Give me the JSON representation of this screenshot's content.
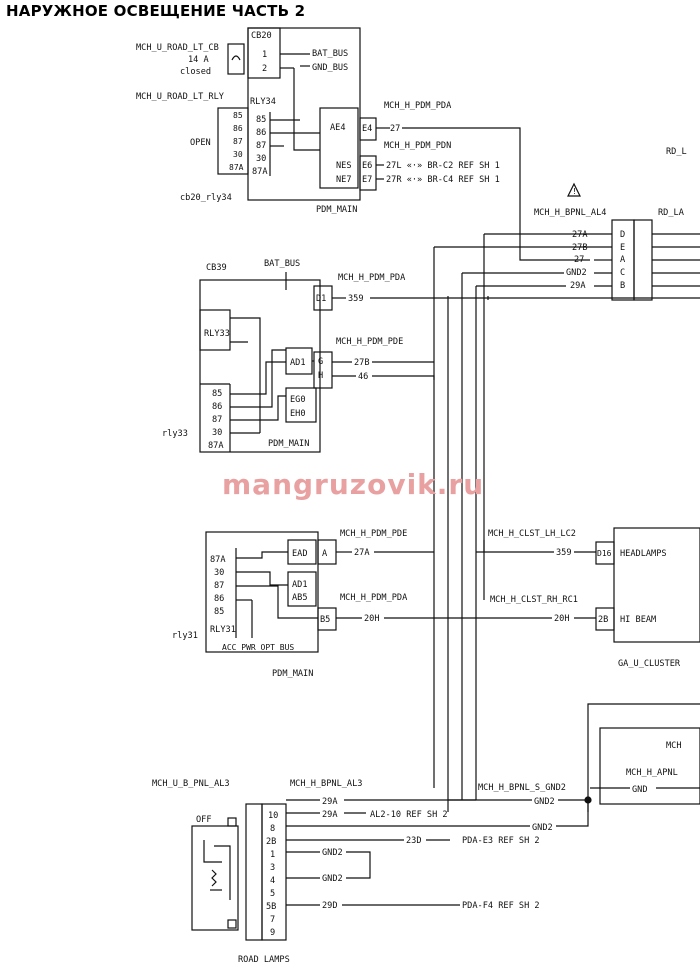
{
  "title": "НАРУЖНОЕ ОСВЕЩЕНИЕ ЧАСТЬ 2",
  "watermark": "mangruzovik.ru",
  "labels": {
    "cb20_conn": "MCH_U_ROAD_LT_CB",
    "cb20_rating": "14 A",
    "cb20_state": "closed",
    "cb20": "CB20",
    "pin1": "1",
    "pin2": "2",
    "bat_bus": "BAT_BUS",
    "gnd_bus": "GND_BUS",
    "rly_conn": "MCH_U_ROAD_LT_RLY",
    "rly34": "RLY34",
    "open": "OPEN",
    "p85": "85",
    "p86": "86",
    "p87": "87",
    "p30": "30",
    "p87a": "87A",
    "ae4": "AE4",
    "e4": "E4",
    "w27": "27",
    "pda": "MCH_H_PDM_PDA",
    "pdn": "MCH_H_PDM_PDN",
    "nes": "NES",
    "ne7": "NE7",
    "e6": "E6",
    "e7": "E7",
    "ref1": "27L «·» BR-C2 REF SH 1",
    "ref2": "27R «·» BR-C4 REF SH 1",
    "cb20_rly34": "cb20_rly34",
    "pdm_main": "PDM_MAIN",
    "rd_l": "RD_L",
    "rd_la": "RD_LA",
    "bpnl_al4": "MCH_H_BPNL_AL4",
    "w27a": "27A",
    "w27b": "27B",
    "gnd2": "GND2",
    "w29a": "29A",
    "pD": "D",
    "pE": "E",
    "pA": "A",
    "pC": "C",
    "pB": "B",
    "cb39": "CB39",
    "bat_bus2": "BAT_BUS",
    "d1": "D1",
    "w359": "359",
    "pde": "MCH_H_PDM_PDE",
    "rly33": "RLY33",
    "ad1": "AD1",
    "pG": "G",
    "pH": "H",
    "w46": "46",
    "eg0": "EG0",
    "eh0": "EH0",
    "rly33_lbl": "rly33",
    "clst_lh": "MCH_H_CLST_LH_LC2",
    "d16": "D16",
    "headlamps": "HEADLAMPS",
    "clst_rh": "MCH_H_CLST_RH_RC1",
    "w20h": "20H",
    "p2b": "2B",
    "hi_beam": "HI BEAM",
    "ga_cluster": "GA_U_CLUSTER",
    "ead": "EAD",
    "pA2": "A",
    "ab5": "AB5",
    "b5": "B5",
    "rly31": "RLY31",
    "rly31_lbl": "rly31",
    "acc_bus": "ACC_PWR_OPT_BUS",
    "mch": "MCH",
    "apnl": "MCH_H_APNL",
    "gnd": "GND",
    "bpnl_s_gnd2": "MCH_H_BPNL_S_GND2",
    "b_pnl_al3": "MCH_U_B_PNL_AL3",
    "h_bpnl_al3": "MCH_H_BPNL_AL3",
    "off": "OFF",
    "p10": "10",
    "p8": "8",
    "p2b2": "2B",
    "p1": "1",
    "p3": "3",
    "p4": "4",
    "p5": "5",
    "p5b": "5B",
    "p7": "7",
    "p9": "9",
    "ref_al2": "AL2-10 REF SH 2",
    "w230": "23D",
    "ref_e3": "PDA-E3 REF SH 2",
    "ref_f4": "PDA-F4 REF SH 2",
    "w290": "29D",
    "road_lamps": "ROAD LAMPS"
  }
}
